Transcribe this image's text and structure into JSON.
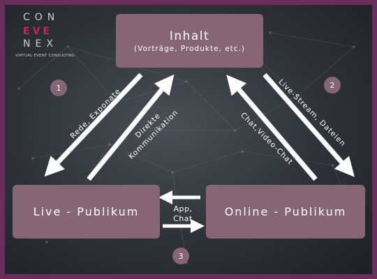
{
  "logo": {
    "line1": "CON",
    "mark": "EVE",
    "line3": "NEX",
    "subtitle": "VIRTUAL EVENT CONSULTING"
  },
  "nodes": {
    "content": {
      "title": "Inhalt",
      "subtitle": "(Vorträge, Produkte, etc.)"
    },
    "live": {
      "title": "Live - Publikum"
    },
    "online": {
      "title": "Online - Publikum"
    }
  },
  "edges": {
    "content_to_live": {
      "label": "Rede, Exponate",
      "number": "1"
    },
    "live_to_content": {
      "label_line1": "Direkte",
      "label_line2": "Kommunikation"
    },
    "content_to_online": {
      "label": "Live-Stream, Dateien",
      "number": "2"
    },
    "online_to_content": {
      "label": "Chat,Video-Chat"
    },
    "live_online": {
      "label_line1": "App,",
      "label_line2": "Chat",
      "number": "3"
    }
  },
  "colors": {
    "border": "#6b2d5c",
    "box_fill": "#866575",
    "arrow": "#ffffff",
    "logo_accent": "#c0275f"
  }
}
